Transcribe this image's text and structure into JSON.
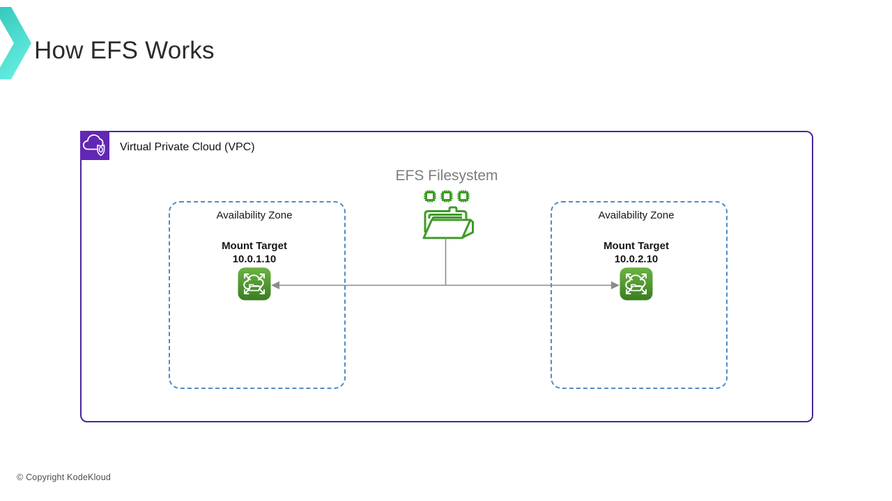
{
  "slide": {
    "title": "How EFS Works",
    "footer": "© Copyright KodeKloud"
  },
  "diagram": {
    "vpc_label": "Virtual Private Cloud (VPC)",
    "efs_label": "EFS Filesystem",
    "zones": [
      {
        "label": "Availability Zone",
        "target": "Mount Target",
        "ip": "10.0.1.10"
      },
      {
        "label": "Availability Zone",
        "target": "Mount Target",
        "ip": "10.0.2.10"
      }
    ]
  },
  "icons": {
    "logo": "kodekloud-chevron",
    "vpc": "cloud-shield",
    "efs": "folder-with-chips",
    "mount_target": "cloud-folder-expand-arrows",
    "connector": "double-headed-arrow"
  },
  "colors": {
    "vpc_border": "#4c2599",
    "vpc_icon_bg": "#6227b4",
    "az_border": "#4f8bc5",
    "efs_outline_green": "#3f9b27",
    "mount_target_green_top": "#6cb443",
    "mount_target_green_bottom": "#3a7d20",
    "connector_gray": "#8c8c8c",
    "logo_teal_top": "#35c9bc",
    "logo_teal_bottom": "#64ece0",
    "title_text": "#2b2b2b",
    "efs_label_text": "#7d7d7d"
  }
}
